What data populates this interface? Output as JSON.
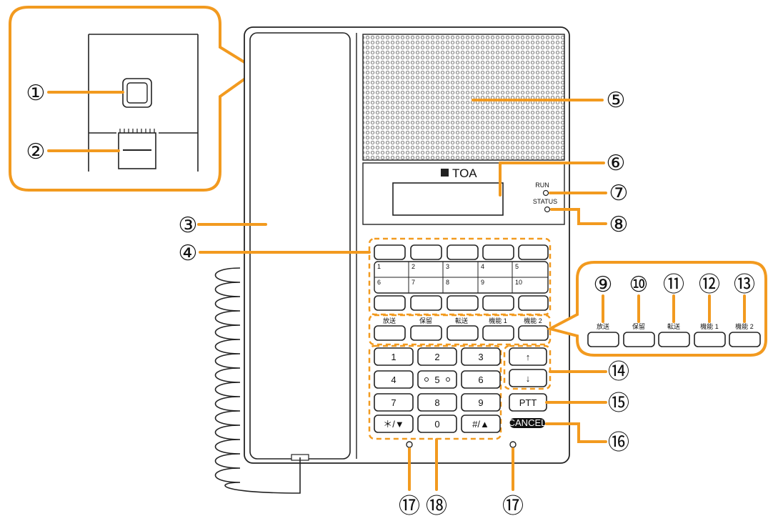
{
  "brand": {
    "name": "TOA"
  },
  "colors": {
    "accent": "#f29a1f",
    "line": "#222222"
  },
  "labels": {
    "run": "RUN",
    "status": "STATUS",
    "ptt": "PTT",
    "cancel": "CANCEL",
    "arrow_up": "↑",
    "arrow_down": "↓"
  },
  "callouts": [
    "①",
    "②",
    "③",
    "④",
    "⑤",
    "⑥",
    "⑦",
    "⑧",
    "⑨",
    "⑩",
    "⑪",
    "⑫",
    "⑬",
    "⑭",
    "⑮",
    "⑯",
    "⑰",
    "⑱",
    "⑰"
  ],
  "station_keys_numbers": [
    "1",
    "2",
    "3",
    "4",
    "5",
    "6",
    "7",
    "8",
    "9",
    "10"
  ],
  "function_keys": [
    "放送",
    "保留",
    "転送",
    "機能 1",
    "機能 2"
  ],
  "dialpad": [
    "1",
    "2",
    "3",
    "4",
    "5",
    "6",
    "7",
    "8",
    "9",
    "＊/▼",
    "0",
    "#/▲"
  ]
}
